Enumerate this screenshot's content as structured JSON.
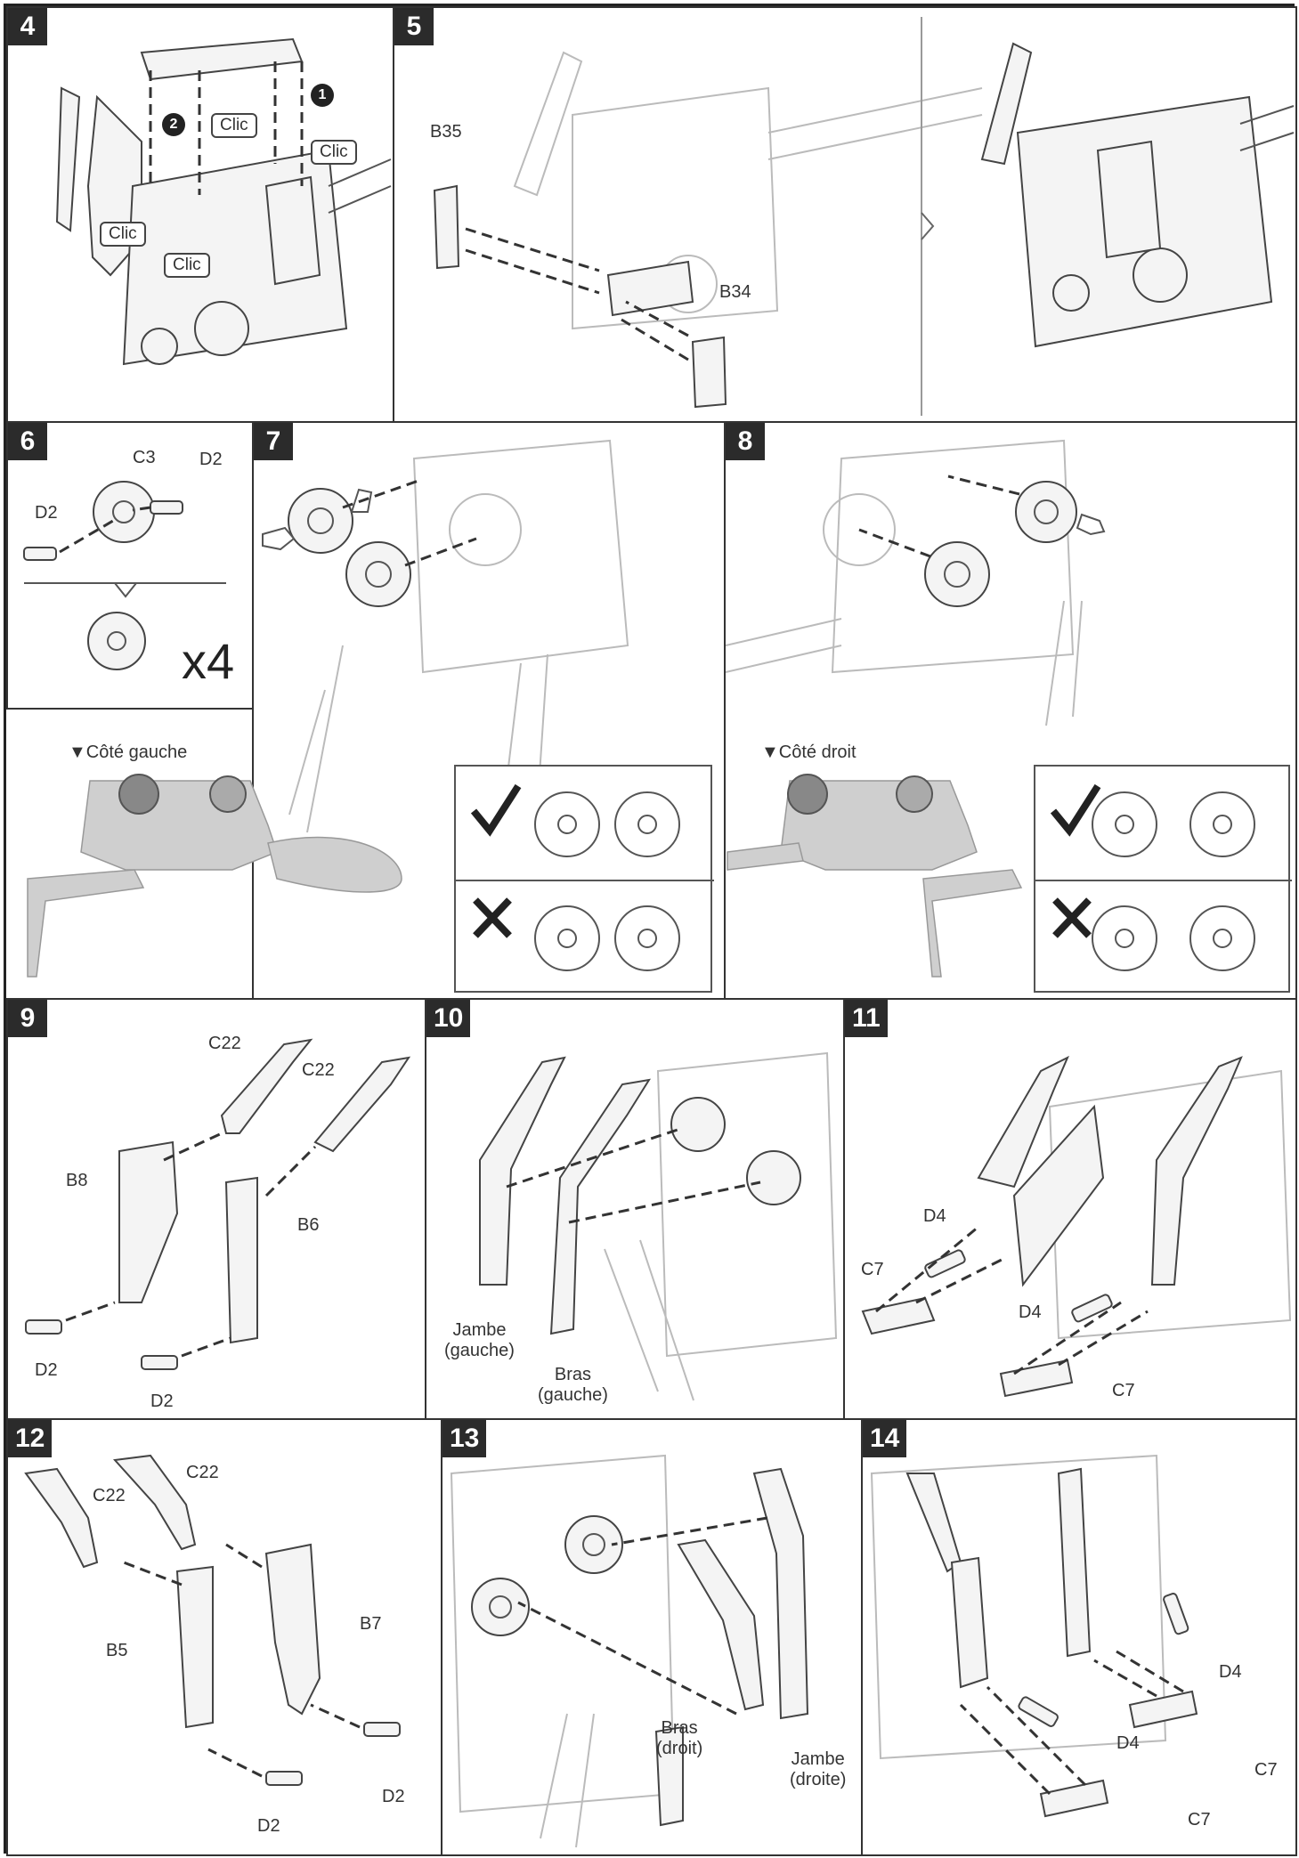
{
  "steps": [
    {
      "number": "4",
      "bubbles": [
        "Clic",
        "Clic",
        "Clic",
        "Clic"
      ],
      "markers": [
        "1",
        "2"
      ]
    },
    {
      "number": "5",
      "parts": [
        "B35",
        "B34"
      ]
    },
    {
      "number": "6",
      "parts": [
        "C3",
        "D2",
        "D2"
      ],
      "quantity": "x4"
    },
    {
      "number": "7",
      "side_label": "▼Côté gauche"
    },
    {
      "number": "8",
      "side_label": "▼Côté droit"
    },
    {
      "number": "9",
      "parts": [
        "C22",
        "C22",
        "B8",
        "B6",
        "D2",
        "D2"
      ]
    },
    {
      "number": "10",
      "labels": [
        "Jambe\n(gauche)",
        "Bras\n(gauche)"
      ]
    },
    {
      "number": "11",
      "parts": [
        "D4",
        "C7",
        "D4",
        "C7"
      ]
    },
    {
      "number": "12",
      "parts": [
        "C22",
        "C22",
        "B7",
        "B5",
        "D2",
        "D2"
      ]
    },
    {
      "number": "13",
      "labels": [
        "Bras\n(droit)",
        "Jambe\n(droite)"
      ]
    },
    {
      "number": "14",
      "parts": [
        "D4",
        "D4",
        "C7",
        "C7"
      ]
    }
  ],
  "icons": {
    "correct": "checkmark-icon",
    "incorrect": "cross-icon",
    "pointer": "pointing-hand-icon"
  }
}
